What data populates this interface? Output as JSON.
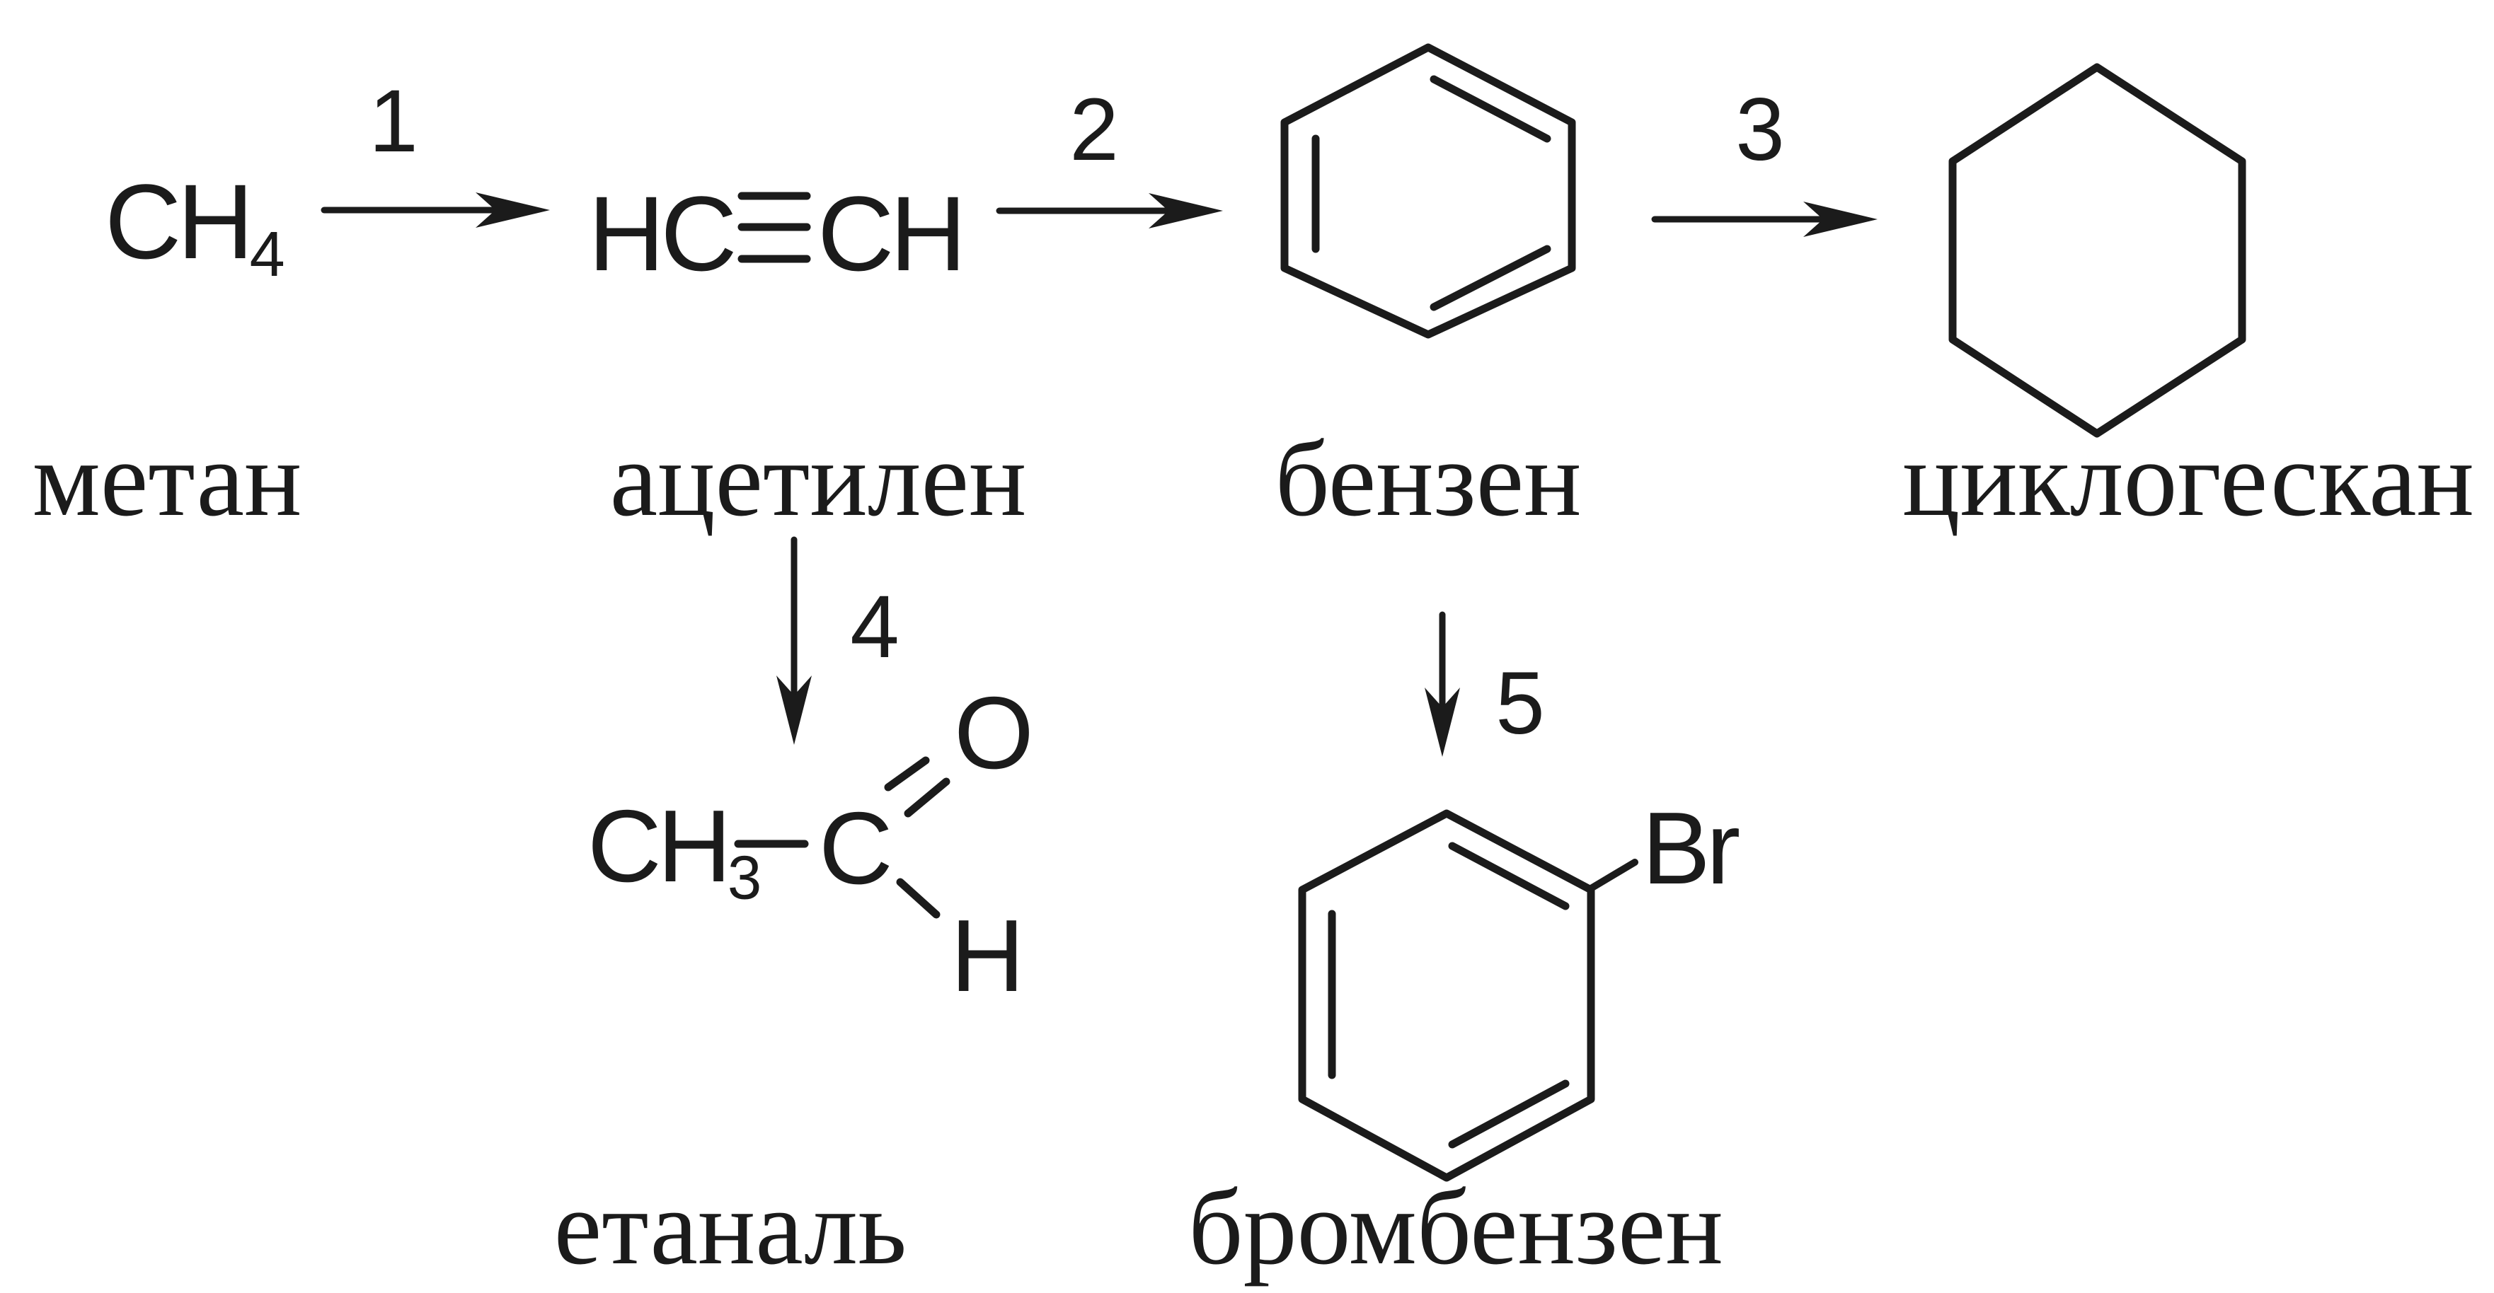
{
  "colors": {
    "background": "#ffffff",
    "ink": "#1b1b1b"
  },
  "compounds": {
    "methane": {
      "formula_base": "CH",
      "formula_subscript": "4",
      "name": "метан"
    },
    "acetylene": {
      "formula_left": "HC",
      "formula_right": "CH",
      "bond_type": "triple",
      "name": "ацетилен"
    },
    "benzene": {
      "name": "бензен"
    },
    "cyclohexane": {
      "name": "циклогескан"
    },
    "ethanal": {
      "group_base": "CH",
      "group_subscript": "3",
      "carbon": "C",
      "oxygen": "O",
      "hydrogen": "H",
      "name": "етаналь"
    },
    "bromobenzene": {
      "substituent": "Br",
      "name": "бромбензен"
    }
  },
  "reaction_steps": [
    {
      "label": "1",
      "from": "метан",
      "to": "ацетилен",
      "direction": "right"
    },
    {
      "label": "2",
      "from": "ацетилен",
      "to": "бензен",
      "direction": "right"
    },
    {
      "label": "3",
      "from": "бензен",
      "to": "циклогескан",
      "direction": "right"
    },
    {
      "label": "4",
      "from": "ацетилен",
      "to": "етаналь",
      "direction": "down"
    },
    {
      "label": "5",
      "from": "бензен",
      "to": "бромбензен",
      "direction": "down"
    }
  ]
}
